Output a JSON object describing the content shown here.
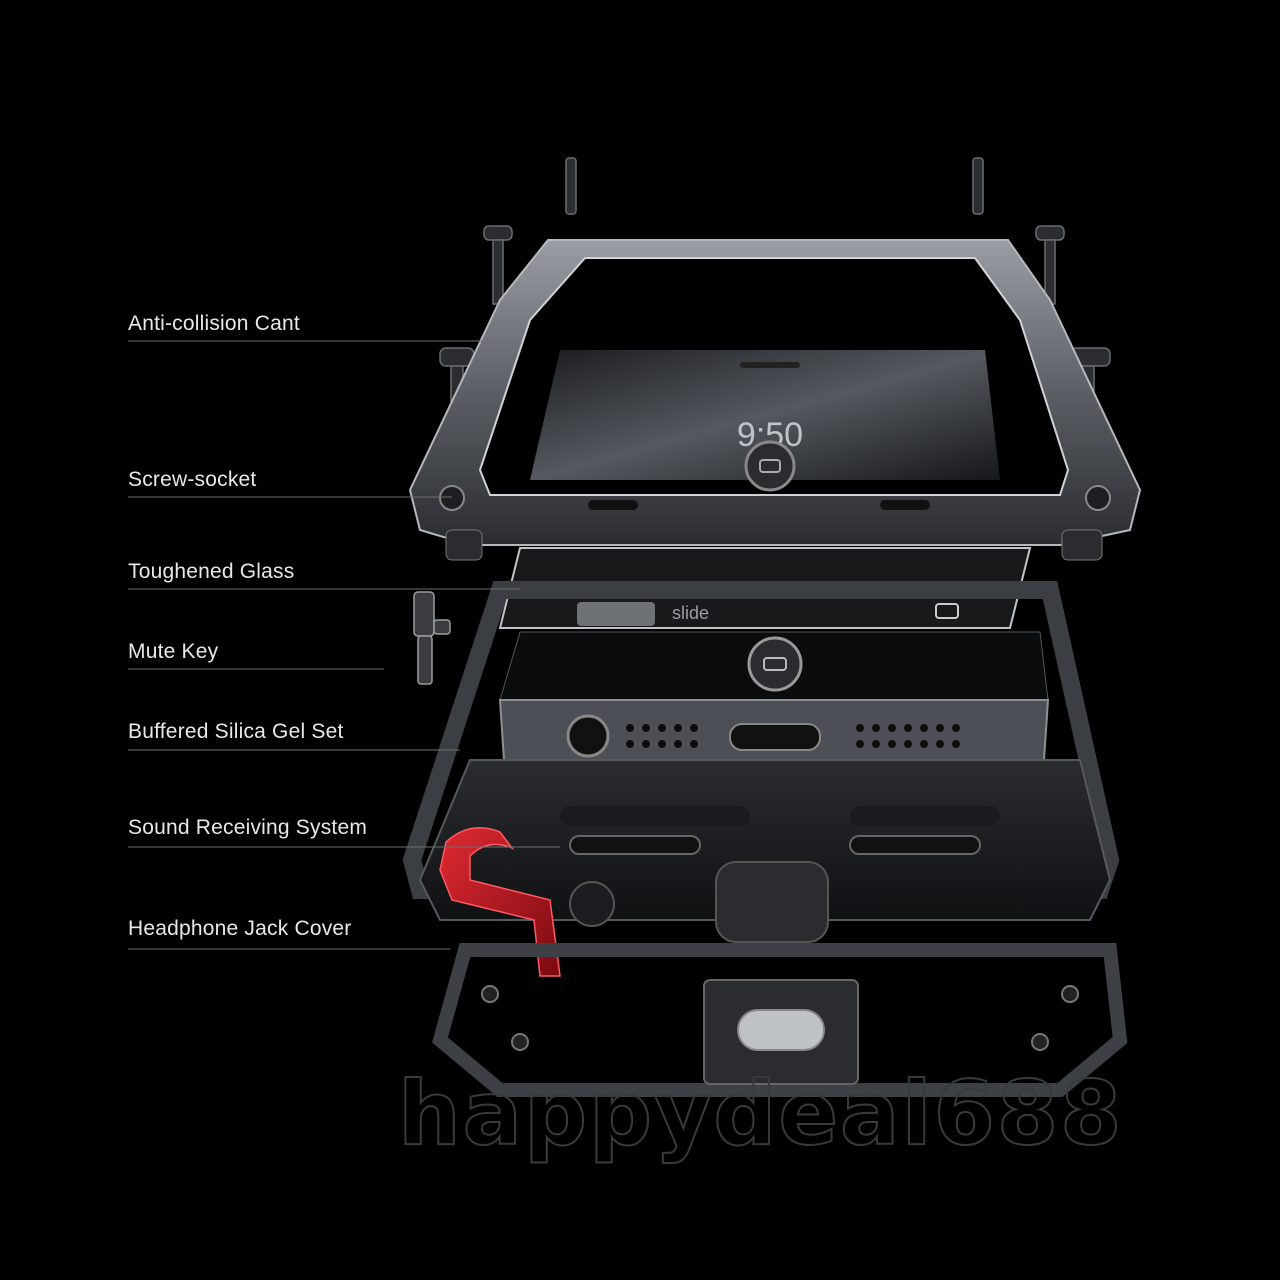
{
  "callouts": [
    {
      "id": "anti-collision",
      "label": "Anti-collision Cant"
    },
    {
      "id": "screw-socket",
      "label": "Screw-socket"
    },
    {
      "id": "toughened-glass",
      "label": "Toughened Glass"
    },
    {
      "id": "mute-key",
      "label": "Mute Key"
    },
    {
      "id": "silica-gel",
      "label": "Buffered Silica Gel Set"
    },
    {
      "id": "sound-system",
      "label": "Sound Receiving System"
    },
    {
      "id": "headphone-cover",
      "label": "Headphone Jack Cover"
    }
  ],
  "phone": {
    "clock": "9:50",
    "slide_text": "slide"
  },
  "watermark": "happydeal688",
  "colors": {
    "background": "#000000",
    "case_metal": "#3a3d42",
    "jack_cover": "#c8141e",
    "label_text": "#e8e8e8"
  }
}
